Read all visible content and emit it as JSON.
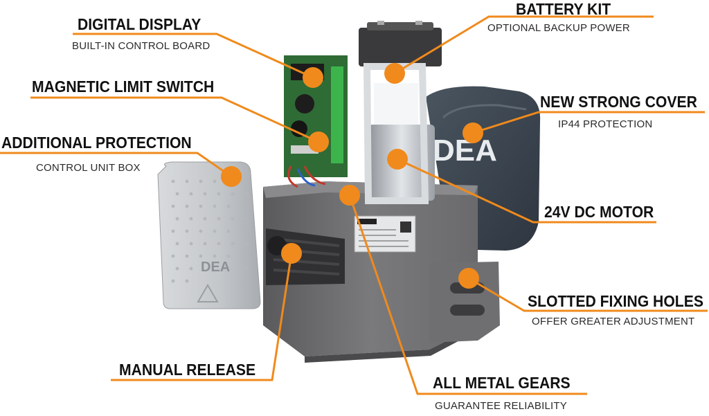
{
  "accent_color": "#f08a1c",
  "callouts": [
    {
      "id": "digital-display",
      "title": "DIGITAL DISPLAY",
      "subtitle": "BUILT-IN CONTROL BOARD"
    },
    {
      "id": "magnetic-limit-switch",
      "title": "MAGNETIC LIMIT SWITCH",
      "subtitle": ""
    },
    {
      "id": "additional-protection",
      "title": "ADDITIONAL PROTECTION",
      "subtitle": "CONTROL UNIT BOX"
    },
    {
      "id": "battery-kit",
      "title": "BATTERY KIT",
      "subtitle": "OPTIONAL BACKUP POWER"
    },
    {
      "id": "new-strong-cover",
      "title": "NEW STRONG COVER",
      "subtitle": "IP44 PROTECTION"
    },
    {
      "id": "dc-motor",
      "title": "24V DC MOTOR",
      "subtitle": ""
    },
    {
      "id": "slotted-fixing-holes",
      "title": "SLOTTED FIXING HOLES",
      "subtitle": "OFFER GREATER ADJUSTMENT"
    },
    {
      "id": "manual-release",
      "title": "MANUAL RELEASE",
      "subtitle": ""
    },
    {
      "id": "all-metal-gears",
      "title": "ALL METAL GEARS",
      "subtitle": "GUARANTEE RELIABILITY"
    }
  ],
  "logo": {
    "text": "DEA"
  }
}
